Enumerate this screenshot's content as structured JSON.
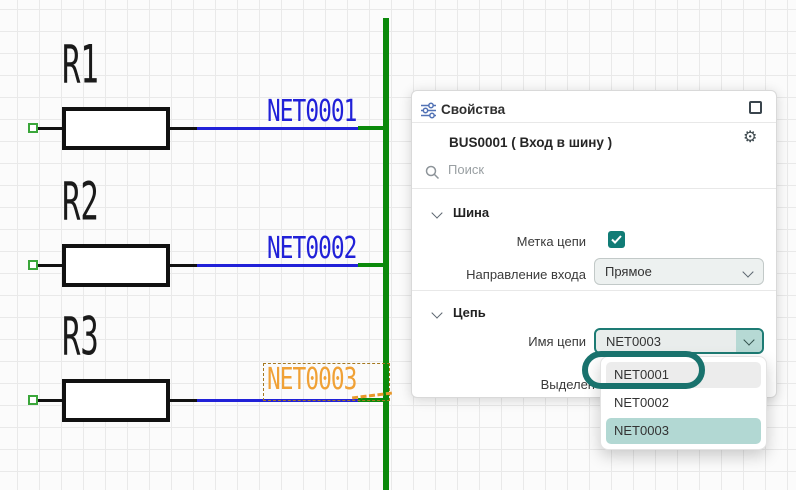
{
  "schematic": {
    "resistors": [
      {
        "ref": "R1",
        "net": "NET0001",
        "selected": false
      },
      {
        "ref": "R2",
        "net": "NET0002",
        "selected": false
      },
      {
        "ref": "R3",
        "net": "NET0003",
        "selected": true
      }
    ]
  },
  "panel": {
    "title": "Свойства",
    "object_title": "BUS0001 ( Вход в шину )",
    "search_placeholder": "Поиск",
    "sections": {
      "bus": {
        "label": "Шина",
        "net_label_label": "Метка цепи",
        "net_label_checked": true,
        "direction_label": "Направление входа",
        "direction_value": "Прямое"
      },
      "net": {
        "label": "Цепь",
        "net_name_label": "Имя цепи",
        "net_name_value": "NET0003",
        "selected_label_partial": "Выделен"
      }
    },
    "dropdown_options": [
      {
        "label": "NET0001",
        "state": "hover"
      },
      {
        "label": "NET0002",
        "state": "normal"
      },
      {
        "label": "NET0003",
        "state": "selected"
      }
    ]
  },
  "colors": {
    "accent_teal": "#117c76",
    "annotation_ring": "#19726d",
    "bus_green": "#0b8a0b",
    "wire_blue": "#2121d8",
    "selected_orange": "#f0a136",
    "selection_dash": "#a5781f"
  }
}
